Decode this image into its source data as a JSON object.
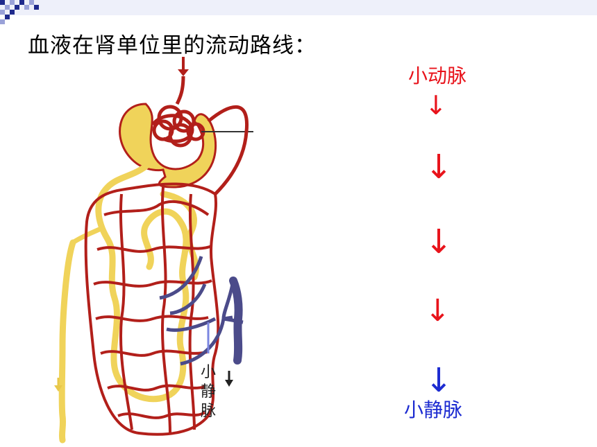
{
  "title": "血液在肾单位里的流动路线：",
  "flow": {
    "start_label": "小动脉",
    "end_label": "小静脉",
    "arrows": [
      "↓",
      "↓",
      "↓",
      "↓",
      "↓"
    ],
    "start_color": "#e8131b",
    "end_color": "#1c2bd1"
  },
  "diagram": {
    "vein_label_chars": [
      "小",
      "静",
      "脉"
    ],
    "artery_color": "#b21f1a",
    "vein_color": "#4b4b8a",
    "tubule_color": "#f0d35a"
  },
  "deco": {
    "square_colors": [
      "#1f2a8c",
      "#9aa2d8"
    ]
  }
}
